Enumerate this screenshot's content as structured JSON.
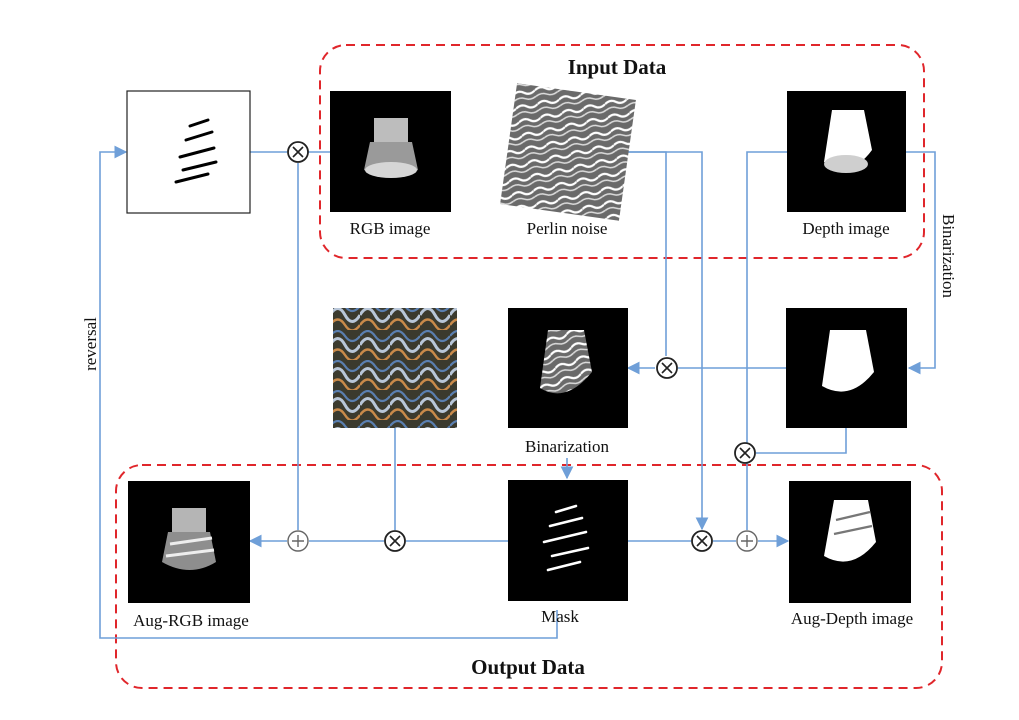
{
  "groups": {
    "input_title": "Input Data",
    "output_title": "Output Data"
  },
  "labels": {
    "rgb_image": "RGB image",
    "perlin_noise": "Perlin noise",
    "depth_image": "Depth image",
    "binarization_side": "Binarization",
    "binarization_center": "Binarization",
    "reversal": "reversal",
    "aug_rgb_image": "Aug-RGB image",
    "mask": "Mask",
    "aug_depth_image": "Aug-Depth image"
  },
  "colors": {
    "group_border": "#e0262b",
    "arrow": "#6f9fd8"
  },
  "operators": {
    "multiply": "⊗",
    "add": "⊕"
  }
}
